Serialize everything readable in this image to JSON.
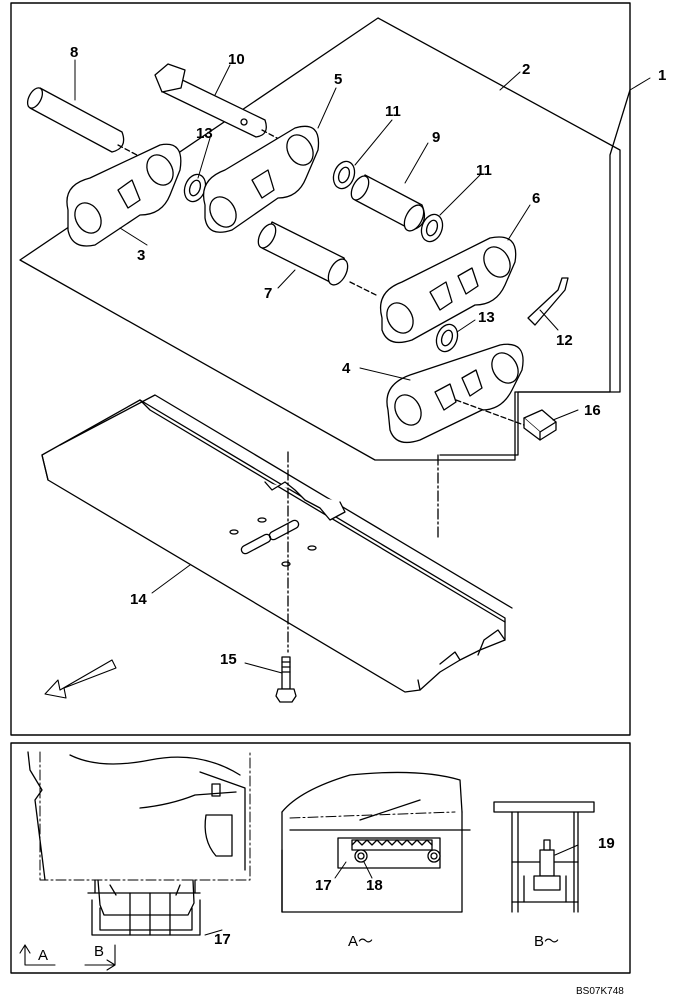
{
  "callouts": {
    "c1": "1",
    "c2": "2",
    "c3": "3",
    "c4": "4",
    "c5": "5",
    "c6": "6",
    "c7": "7",
    "c8": "8",
    "c9": "9",
    "c10": "10",
    "c11a": "11",
    "c11b": "11",
    "c12": "12",
    "c13a": "13",
    "c13b": "13",
    "c14": "14",
    "c15": "15",
    "c16": "16",
    "c17a": "17",
    "c18": "18",
    "c19": "19",
    "c17b": "17"
  },
  "views": {
    "a_label": "A～",
    "b_label": "B～",
    "a_marker": "A",
    "b_marker": "B"
  },
  "drawing_code": "BS07K748"
}
